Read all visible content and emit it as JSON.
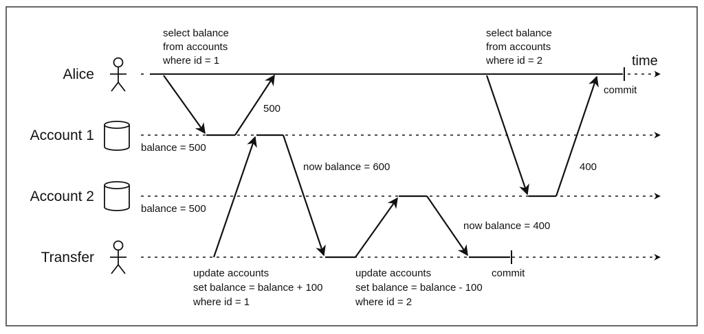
{
  "rows": [
    {
      "label": "Alice",
      "icon": "person-icon"
    },
    {
      "label": "Account 1",
      "icon": "database-icon"
    },
    {
      "label": "Account 2",
      "icon": "database-icon"
    },
    {
      "label": "Transfer",
      "icon": "person-icon"
    }
  ],
  "time_label": "time",
  "alice_query_1": [
    "select balance",
    "from accounts",
    "where id = 1"
  ],
  "alice_query_2": [
    "select balance",
    "from accounts",
    "where id = 2"
  ],
  "alice_commit": "commit",
  "transfer_commit": "commit",
  "read_500": "500",
  "read_400": "400",
  "account1_balance": "balance = 500",
  "account2_balance": "balance = 500",
  "account1_now": "now balance = 600",
  "account2_now": "now balance = 400",
  "transfer_update_1": [
    "update accounts",
    "set balance = balance + 100",
    "where id = 1"
  ],
  "transfer_update_2": [
    "update accounts",
    "set balance = balance - 100",
    "where id = 2"
  ],
  "colors": {
    "line": "#111111",
    "border": "#333333",
    "background": "#ffffff"
  }
}
